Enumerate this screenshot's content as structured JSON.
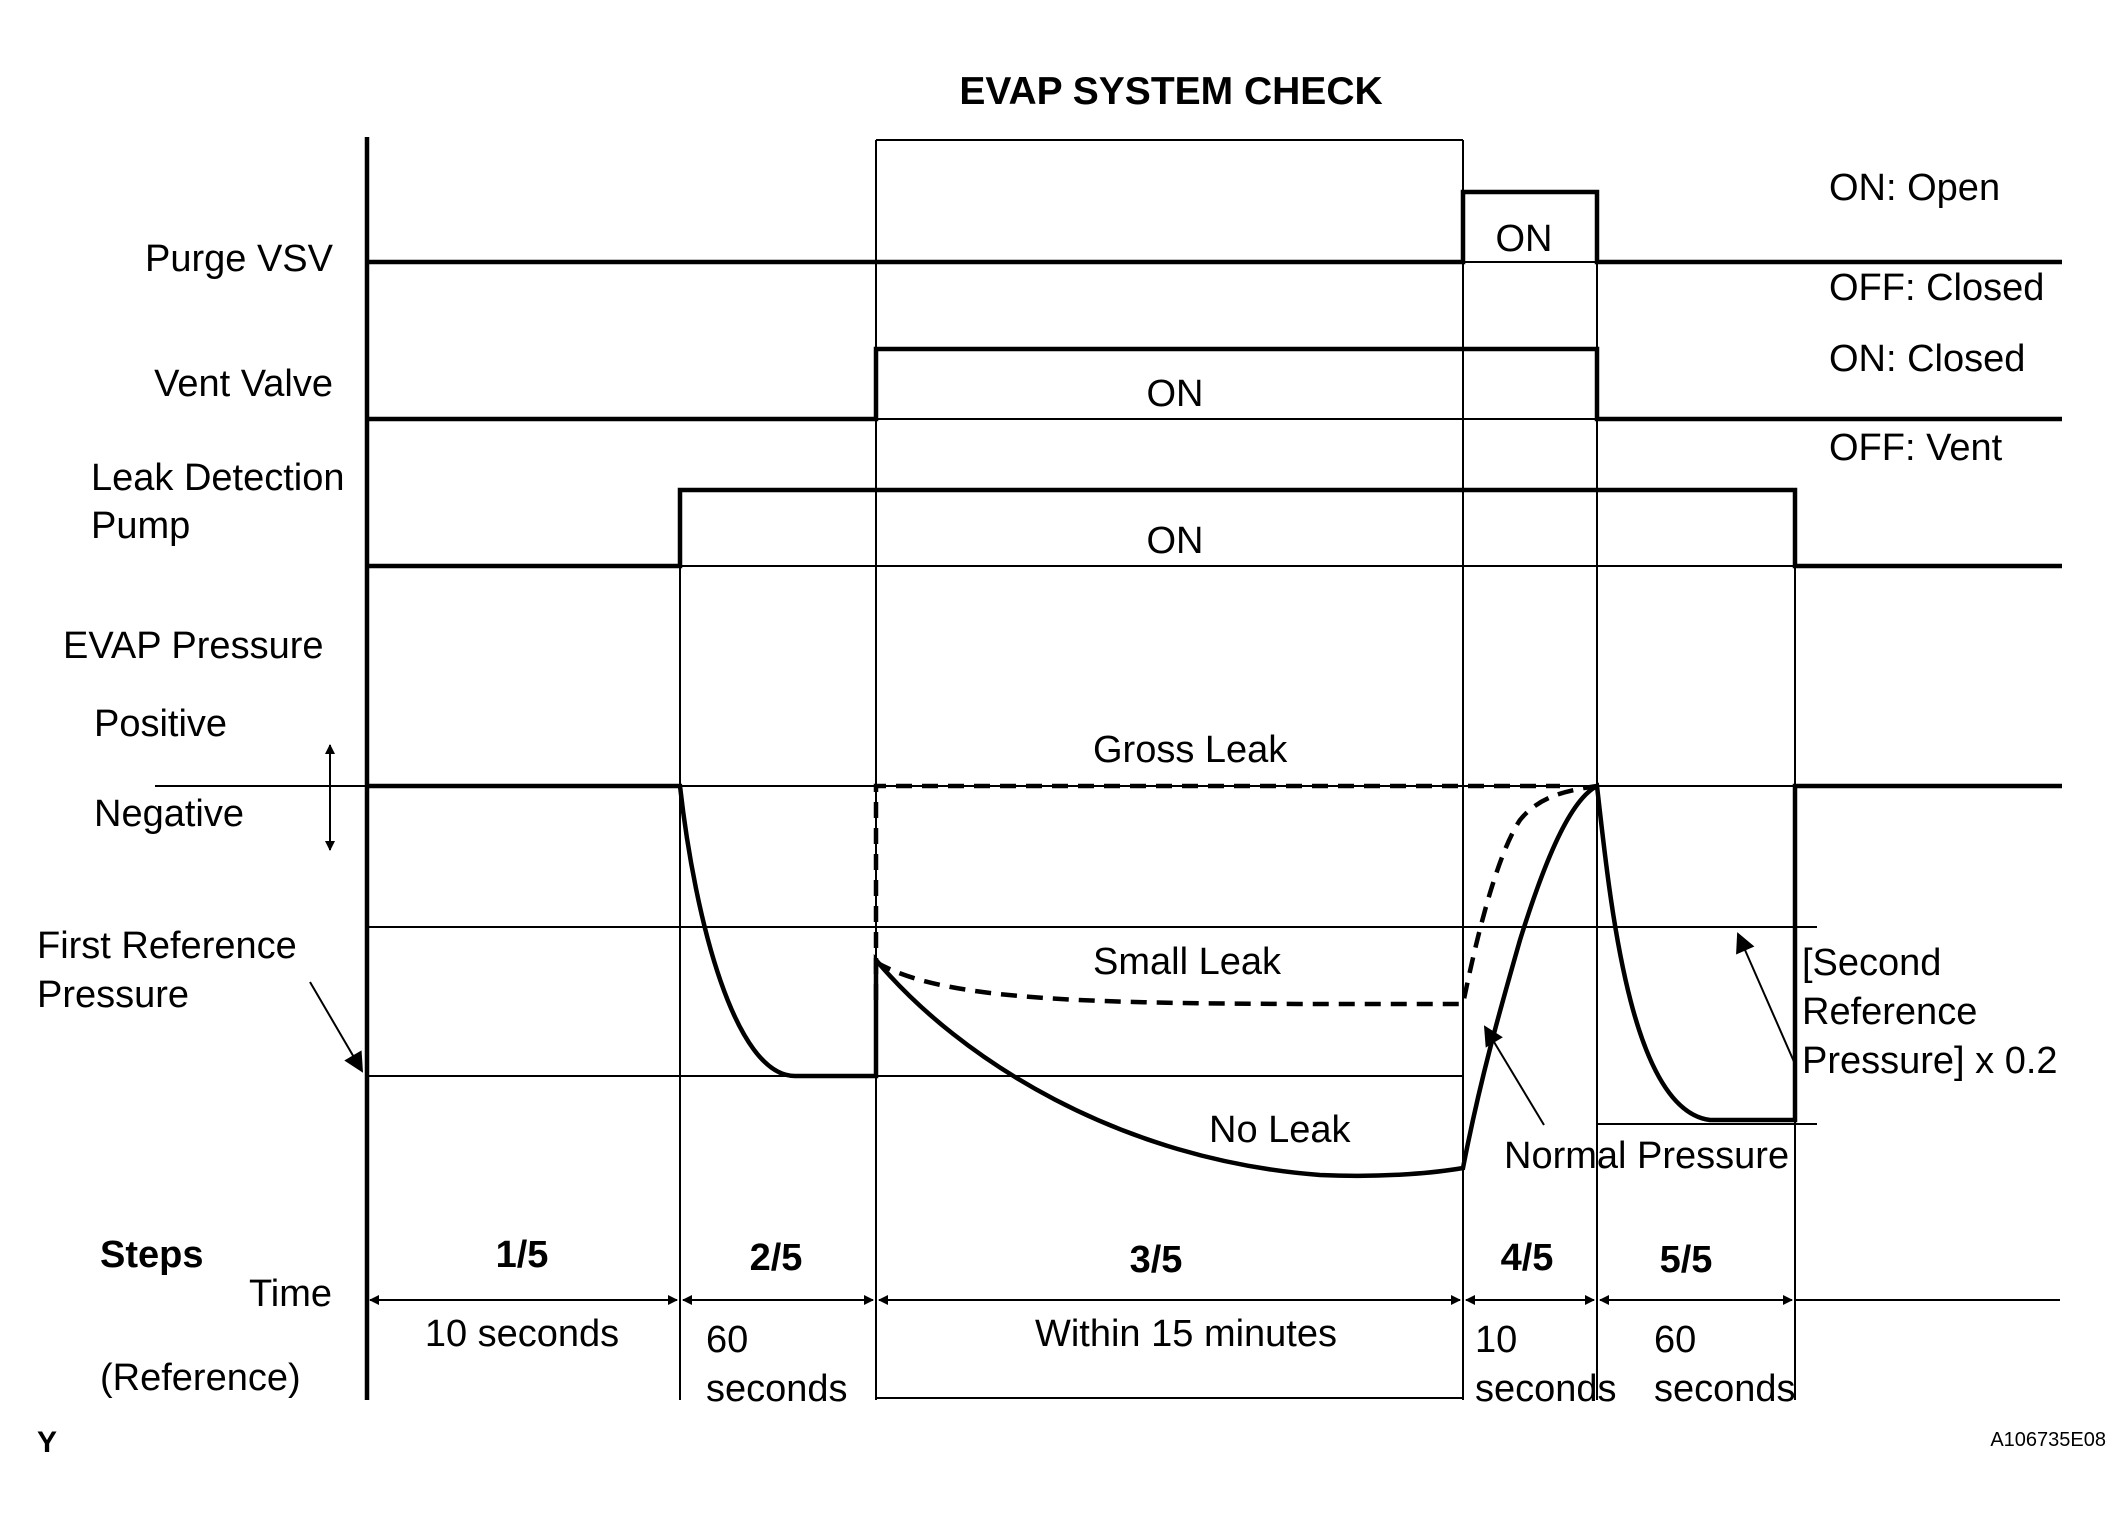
{
  "title": "EVAP SYSTEM CHECK",
  "signals": {
    "purge_vsv": {
      "label": "Purge VSV",
      "on_label": "ON",
      "state_on": "ON: Open",
      "state_off": "OFF: Closed"
    },
    "vent_valve": {
      "label": "Vent Valve",
      "on_label": "ON",
      "state_on": "ON: Closed",
      "state_off": "OFF: Vent"
    },
    "leak_detection_pump": {
      "label_line1": "Leak Detection",
      "label_line2": "Pump",
      "on_label": "ON"
    }
  },
  "pressure": {
    "label": "EVAP Pressure",
    "positive": "Positive",
    "negative": "Negative",
    "gross_leak": "Gross Leak",
    "small_leak": "Small Leak",
    "no_leak": "No Leak",
    "normal_pressure": "Normal Pressure",
    "first_reference_line1": "First Reference",
    "first_reference_line2": "Pressure",
    "second_reference_line1": "[Second",
    "second_reference_line2": "Reference",
    "second_reference_line3": "Pressure] x 0.2"
  },
  "steps": {
    "steps_label": "Steps",
    "time_label": "Time",
    "reference_label": "(Reference)",
    "items": [
      {
        "step": "1/5",
        "time_line1": "10 seconds",
        "time_line2": ""
      },
      {
        "step": "2/5",
        "time_line1": "60",
        "time_line2": "seconds"
      },
      {
        "step": "3/5",
        "time_line1": "Within 15 minutes",
        "time_line2": ""
      },
      {
        "step": "4/5",
        "time_line1": "10",
        "time_line2": "seconds"
      },
      {
        "step": "5/5",
        "time_line1": "60",
        "time_line2": "seconds"
      }
    ]
  },
  "corner_mark": "Y",
  "figure_code": "A106735E08"
}
